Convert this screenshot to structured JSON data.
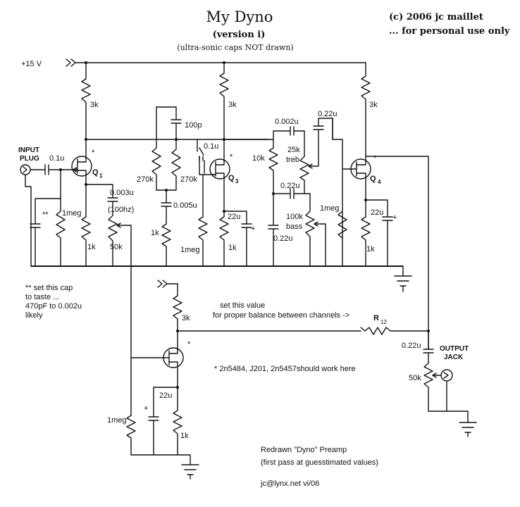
{
  "header": {
    "title": "My Dyno",
    "version": "(version i)",
    "note": "(ultra-sonic caps NOT drawn)",
    "copyright": "(c) 2006 jc maillet",
    "usage": "... for personal use only"
  },
  "supply": "+15 V",
  "input": {
    "line1": "INPUT",
    "line2": "PLUG"
  },
  "output": {
    "line1": "OUTPUT",
    "line2": "JACK"
  },
  "transistors": {
    "q1": {
      "q": "Q",
      "sub": "1",
      "star": "*"
    },
    "q3": {
      "q": "Q",
      "sub": "3",
      "star": "*"
    },
    "q4": {
      "q": "Q",
      "sub": "4",
      "star": "*"
    },
    "q2_star": "*"
  },
  "components": {
    "c_in": "0.1u",
    "r_q1_drain": "3k",
    "c_star": "**",
    "r_1meg_in": "1meg",
    "r_q1_source": "1k",
    "c_0003": "0.003u",
    "f_100hz": "(100hz)",
    "pot_50k": "50k",
    "c_100p": "100p",
    "r_270k_a": "270k",
    "r_270k_b": "270k",
    "c_01_q3": "0.1u",
    "c_0005": "0.005u",
    "r_1k_mid": "1k",
    "r_1meg_q3": "1meg",
    "r_q3_drain": "3k",
    "c_22u_q3": "22u",
    "r_q3_source": "1k",
    "plus_q3": "+",
    "c_0002": "0.002u",
    "r_10k": "10k",
    "pot_treb": "25k",
    "treb": "treb",
    "c_022_top": "0.22u",
    "c_022_mid": "0.22u",
    "pot_bass": "100k",
    "bass": "bass",
    "c_022_low": "0.22u",
    "r_1meg_q4": "1meg",
    "r_q4_drain": "3k",
    "c_22u_q4": "22u",
    "plus_q4": "+",
    "r_q4_source": "1k",
    "r_q2_drain": "3k",
    "r_1meg_q2": "1meg",
    "c_22u_q2": "22u",
    "plus_q2": "+",
    "r_q2_source": "1k",
    "c_out": "0.22u",
    "pot_out": "50k",
    "r12": "R",
    "r12_sub": "12"
  },
  "notes": {
    "cap_taste": [
      "** set this cap",
      "to taste ...",
      "470pF to 0.002u",
      "likely"
    ],
    "balance": [
      "set this value",
      "for proper balance between channels ->"
    ],
    "jfets": "* 2n5484, J201, 2n5457should work here",
    "footer": [
      "Redrawn \"Dyno\" Preamp",
      "(first pass at guesstimated values)",
      "jc@lynx.net vi/06"
    ]
  }
}
